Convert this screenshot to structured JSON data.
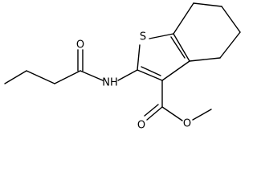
{
  "molecule": {
    "atoms": {
      "amide_oxygen": "O",
      "amide_nitrogen": "NH",
      "sulfur": "S",
      "ester_carbonyl_oxygen": "O",
      "ester_ether_oxygen": "O"
    }
  },
  "colors": {
    "background": "#ffffff",
    "ink": "#000000"
  }
}
